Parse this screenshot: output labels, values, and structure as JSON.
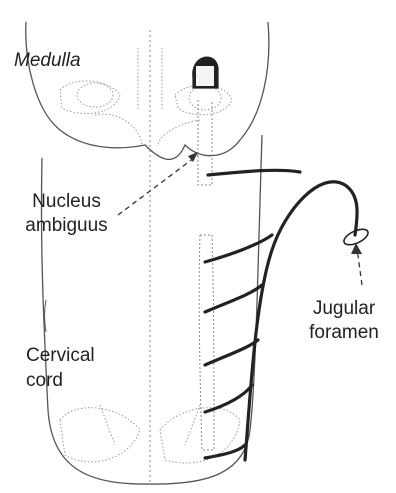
{
  "figure": {
    "labels": {
      "medulla": "Medulla",
      "nucleus_line1": "Nucleus",
      "nucleus_line2": "ambiguus",
      "jugular_line1": "Jugular",
      "jugular_line2": "foramen",
      "cervical_line1": "Cervical",
      "cervical_line2": "cord"
    },
    "colors": {
      "ink": "#222222",
      "outline": "#555555",
      "stipple": "#9a9a9a"
    }
  }
}
